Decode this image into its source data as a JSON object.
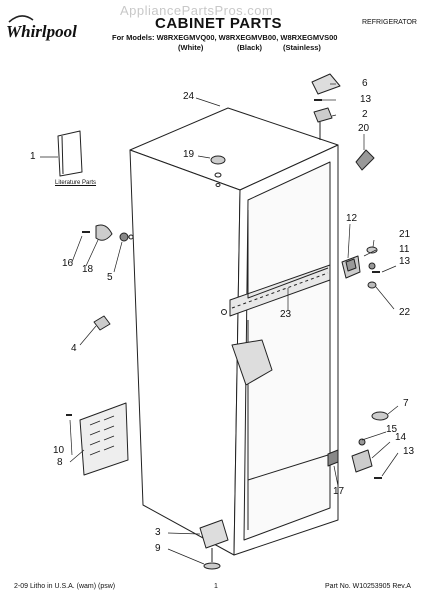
{
  "header": {
    "brand": "Whirlpool",
    "watermark": "AppliancePartsPros.com",
    "title": "CABINET PARTS",
    "category": "REFRIGERATOR",
    "models_line": "For Models: W8RXEGMVQ00, W8RXEGMVB00, W8RXEGMVS00",
    "variants": [
      "(White)",
      "(Black)",
      "(Stainless)"
    ]
  },
  "literature_label": "Literature Parts",
  "callouts": [
    "1",
    "2",
    "3",
    "4",
    "5",
    "6",
    "7",
    "8",
    "9",
    "10",
    "11",
    "12",
    "13",
    "13",
    "13",
    "14",
    "15",
    "16",
    "17",
    "18",
    "19",
    "20",
    "21",
    "22",
    "23",
    "24"
  ],
  "footer": {
    "left": "2-09 Litho in U.S.A. (wam) (psw)",
    "page": "1",
    "part_no": "Part No. W10253905 Rev.A"
  },
  "colors": {
    "line": "#222222",
    "watermark": "#c8c8c8",
    "shade": "#9a9a9a"
  }
}
